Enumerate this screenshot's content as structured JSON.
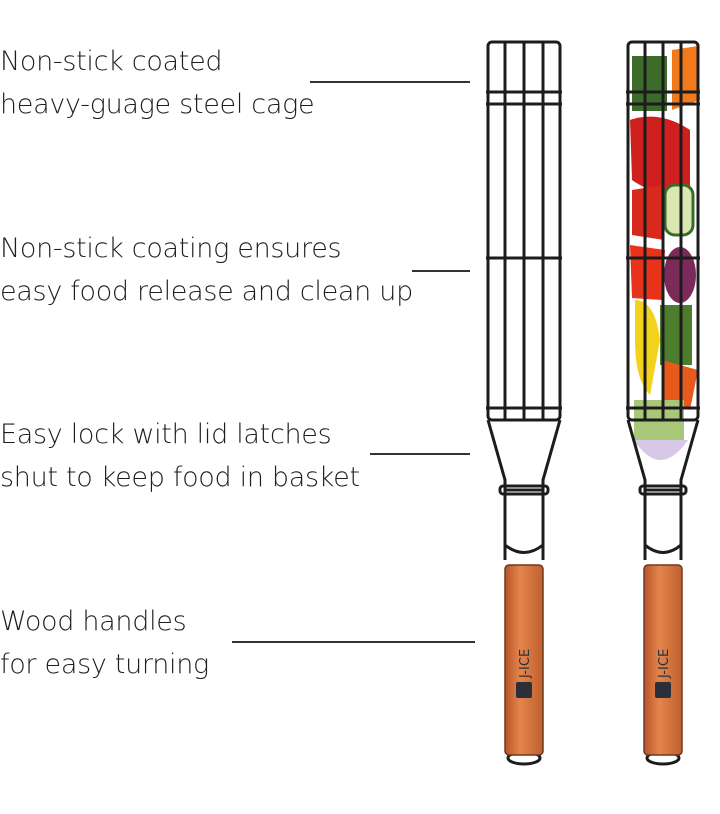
{
  "features": [
    {
      "lines": [
        "Non-stick coated",
        "heavy-guage steel cage"
      ]
    },
    {
      "lines": [
        "Non-stick coating ensures",
        "easy food release and clean up"
      ]
    },
    {
      "lines": [
        "Easy lock with lid latches",
        "shut to keep food in basket"
      ]
    },
    {
      "lines": [
        "Wood handles",
        "for easy turning"
      ]
    }
  ],
  "brand": {
    "logo_text": "J-ICE"
  },
  "colors": {
    "wire": "#1c1c1e",
    "handle": "#d8743f",
    "text": "#1e1e1e"
  }
}
